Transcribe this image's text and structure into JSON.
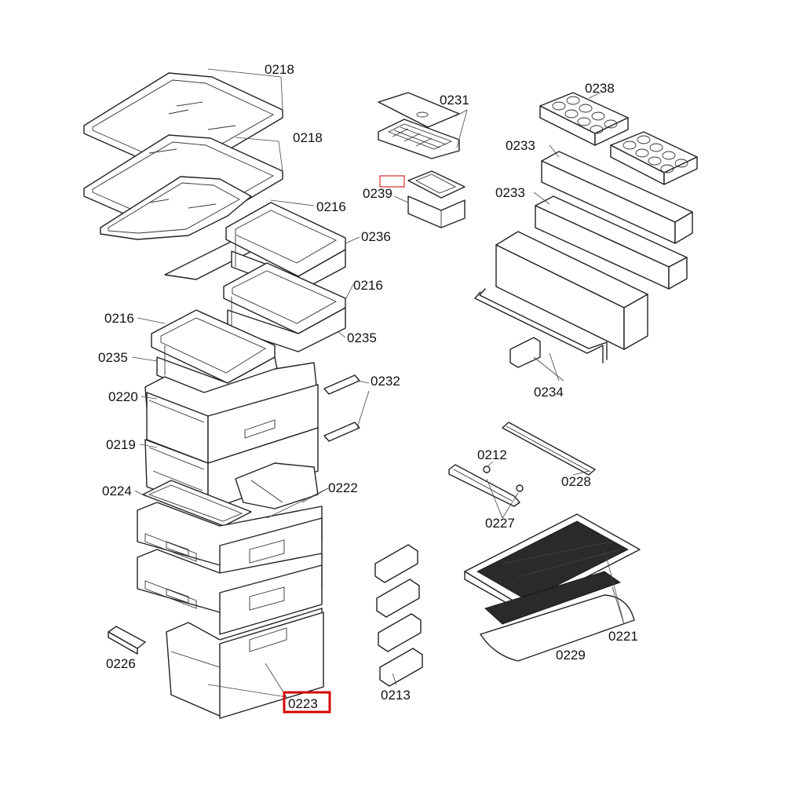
{
  "labels": {
    "shelf_top": "0218",
    "shelf_mid": "0218",
    "drawer_small_a": "0216",
    "drawer_cover_a": "0236",
    "drawer_small_b": "0216",
    "drawer_cover_b": "0235",
    "drawer_small_c": "0216",
    "drawer_cover_c": "0235",
    "drawer_upper": "0220",
    "drawer_lower": "0219",
    "drawer_frame": "0224",
    "freezer_drawers": "0222",
    "bottom_drawer": "0223",
    "end_cap": "0226",
    "door_bins_small": "0213",
    "slide_strips": "0232",
    "ice_tray": "0231",
    "ice_box": "0239",
    "egg_trays": "0238",
    "door_shelf_a": "0233",
    "door_shelf_b": "0233",
    "door_shelf_c": "0234",
    "rail_pin": "0212",
    "rail_right": "0228",
    "rail_left": "0227",
    "wire_shelf": "0221",
    "mat": "0229"
  },
  "highlight_color": "#d40000"
}
